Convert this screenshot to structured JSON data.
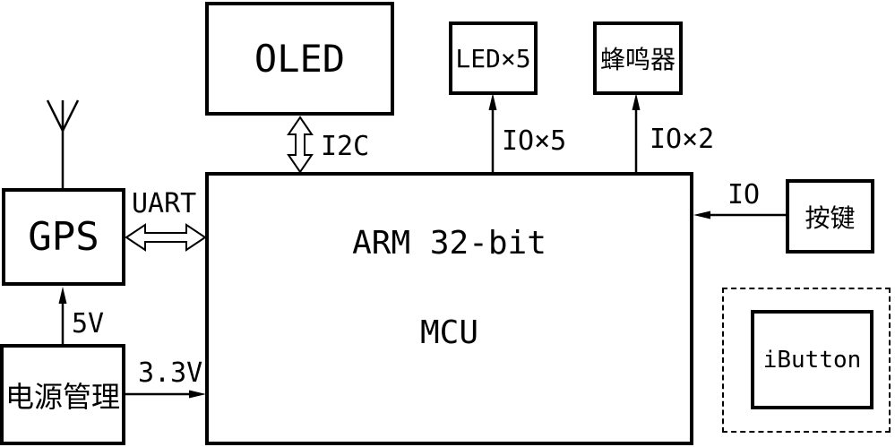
{
  "diagram": {
    "type": "hardware-block-diagram",
    "colors": {
      "line": "#000000",
      "background": "#ffffff",
      "text": "#000000"
    },
    "blocks": {
      "oled": {
        "label": "OLED"
      },
      "led": {
        "label": "LED×5"
      },
      "buzzer": {
        "label": "蜂鸣器"
      },
      "mcu": {
        "label_line1": "ARM 32-bit",
        "label_line2": "MCU"
      },
      "gps": {
        "label": "GPS"
      },
      "power": {
        "label": "电源管理"
      },
      "button": {
        "label": "按键"
      },
      "ibutton": {
        "label": "iButton"
      }
    },
    "connections": {
      "i2c": {
        "label": "I2C",
        "from": "OLED",
        "to": "MCU",
        "style": "hollow-double-arrow"
      },
      "uart": {
        "label": "UART",
        "from": "GPS",
        "to": "MCU",
        "style": "hollow-double-arrow"
      },
      "io5": {
        "label": "IO×5",
        "from": "MCU",
        "to": "LED×5",
        "style": "arrow-up"
      },
      "io2": {
        "label": "IO×2",
        "from": "MCU",
        "to": "蜂鸣器",
        "style": "arrow-up"
      },
      "io": {
        "label": "IO",
        "from": "按键",
        "to": "MCU",
        "style": "arrow-left"
      },
      "v5": {
        "label": "5V",
        "from": "电源管理",
        "to": "GPS",
        "style": "arrow-up"
      },
      "v33": {
        "label": "3.3V",
        "from": "电源管理",
        "to": "MCU",
        "style": "arrow-right"
      }
    }
  }
}
